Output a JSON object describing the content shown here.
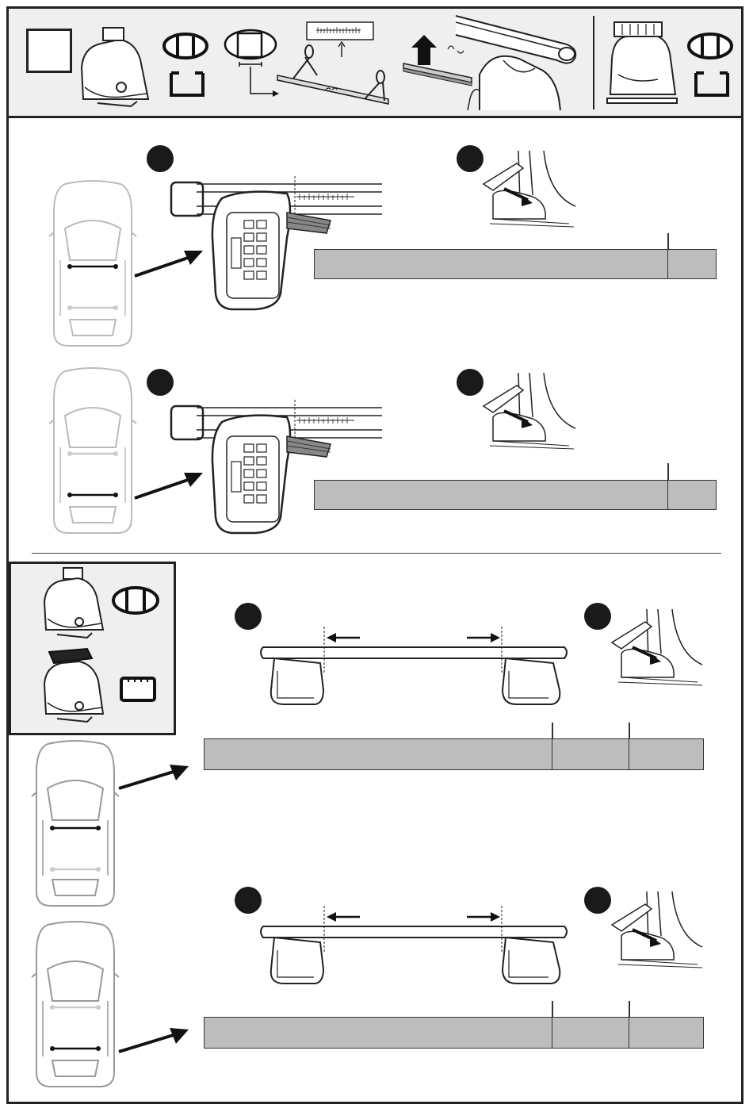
{
  "colors": {
    "frame": "#222222",
    "panel": "#efefef",
    "bar_fill": "#bdbdbd",
    "dot": "#1a1a1a",
    "car_outline": "#bbbbbb",
    "bar_line": "#111111"
  },
  "header": {
    "number_box": "",
    "icons": [
      "foot-pack-icon",
      "bar-profile-round-icon",
      "bar-profile-square-icon",
      "bar-profile-cut-icon",
      "scissors-icon",
      "ruler-icon",
      "lift-arrow-icon",
      "roof-rail-icon",
      "foot-clamp-icon",
      "bar-profile-round-icon",
      "bar-profile-square-icon"
    ]
  },
  "sections": [
    {
      "id": "front-a",
      "highlight": "front",
      "bar_cells": 1
    },
    {
      "id": "rear-a",
      "highlight": "rear",
      "bar_cells": 1
    },
    {
      "id": "front-b",
      "highlight": "front",
      "bar_cells": 2
    },
    {
      "id": "rear-b",
      "highlight": "rear",
      "bar_cells": 2
    }
  ]
}
